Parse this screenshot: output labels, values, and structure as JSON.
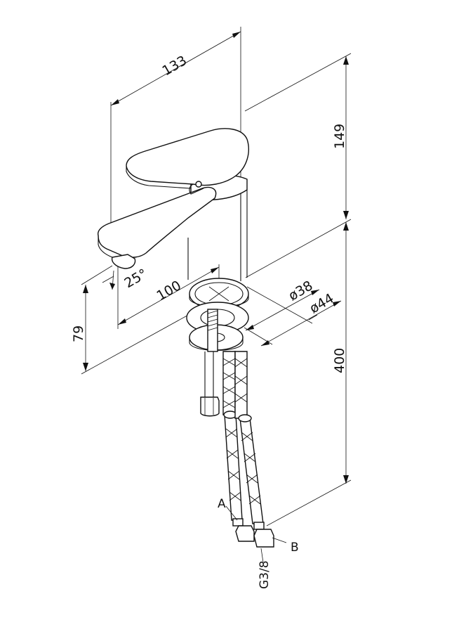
{
  "dimensions": {
    "width_133": "133",
    "height_149": "149",
    "projection_100": "100",
    "angle_25": "25°",
    "dia_38": "ø38",
    "dia_44": "ø44",
    "height_79": "79",
    "hose_400": "400"
  },
  "labels": {
    "a": "A",
    "b": "B",
    "thread": "G3/8"
  }
}
